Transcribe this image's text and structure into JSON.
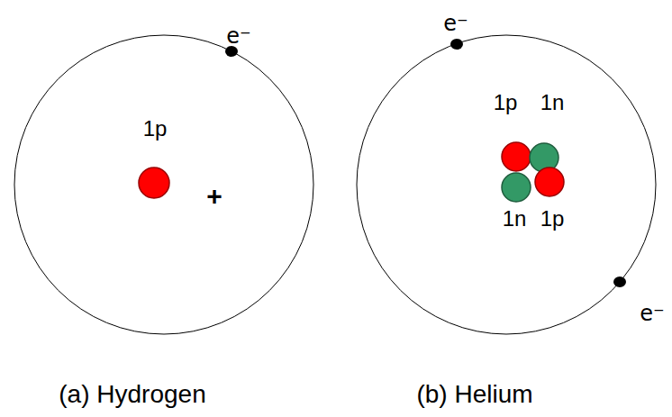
{
  "diagram": {
    "labels": [
      "e⁻",
      "e⁻",
      "1p",
      "1p",
      "1n",
      "+",
      "1n",
      "1p",
      "e⁻",
      "(a) Hydrogen",
      "(b) Helium"
    ]
  }
}
